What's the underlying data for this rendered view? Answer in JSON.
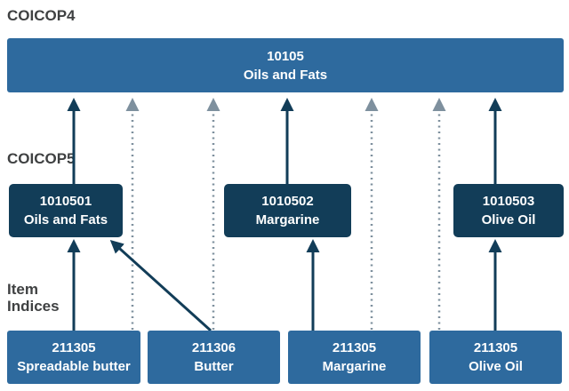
{
  "title_labels": {
    "coicop4": "COICOP4",
    "coicop5": "COICOP5",
    "item_indices_line1": "Item",
    "item_indices_line2": "Indices"
  },
  "coicop4": {
    "code": "10105",
    "name": "Oils and Fats"
  },
  "coicop5": [
    {
      "code": "1010501",
      "name": "Oils and Fats"
    },
    {
      "code": "1010502",
      "name": "Margarine"
    },
    {
      "code": "1010503",
      "name": "Olive Oil"
    }
  ],
  "items": [
    {
      "code": "211305",
      "name": "Spreadable butter"
    },
    {
      "code": "211306",
      "name": "Butter"
    },
    {
      "code": "211305",
      "name": "Margarine"
    },
    {
      "code": "211305",
      "name": "Olive Oil"
    }
  ],
  "edges": [
    {
      "from": "1010501 Oils and Fats",
      "to": "10105 Oils and Fats",
      "style": "solid"
    },
    {
      "from": "1010502 Margarine",
      "to": "10105 Oils and Fats",
      "style": "solid"
    },
    {
      "from": "1010503 Olive Oil",
      "to": "10105 Oils and Fats",
      "style": "solid"
    },
    {
      "from": "211305 Spreadable butter",
      "to": "1010501 Oils and Fats",
      "style": "solid"
    },
    {
      "from": "211306 Butter",
      "to": "1010501 Oils and Fats",
      "style": "solid"
    },
    {
      "from": "211305 Margarine",
      "to": "1010502 Margarine",
      "style": "solid"
    },
    {
      "from": "211305 Olive Oil",
      "to": "1010503 Olive Oil",
      "style": "solid"
    },
    {
      "from": "211305 Spreadable butter",
      "to": "10105 Oils and Fats",
      "style": "dotted"
    },
    {
      "from": "211306 Butter",
      "to": "10105 Oils and Fats",
      "style": "dotted"
    },
    {
      "from": "211305 Margarine",
      "to": "10105 Oils and Fats",
      "style": "dotted"
    },
    {
      "from": "211305 Olive Oil",
      "to": "10105 Oils and Fats",
      "style": "dotted"
    }
  ],
  "colors": {
    "blue": "#2e6a9e",
    "navy": "#123d58",
    "dotted": "#7e909e",
    "label": "#3f4142"
  }
}
